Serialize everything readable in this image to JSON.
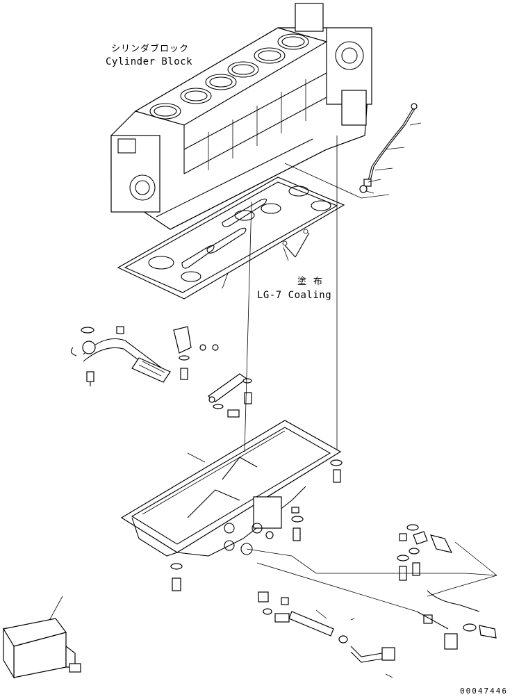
{
  "labels": {
    "cylinder_block_jp": "シリンダブロック",
    "cylinder_block_en": "Cylinder Block",
    "coating_jp": "塗 布",
    "coating_en": "LG-7 Coaling",
    "drawing_number": "00047446"
  }
}
